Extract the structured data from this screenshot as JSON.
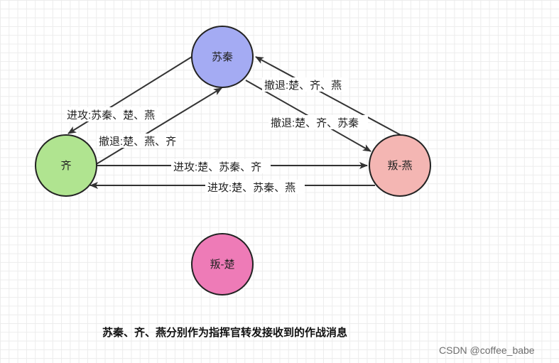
{
  "nodes": {
    "suqin": {
      "label": "苏秦",
      "color": "#a4abf3"
    },
    "qi": {
      "label": "齐",
      "color": "#b0e490"
    },
    "yan": {
      "label": "叛-燕",
      "color": "#f4b6b3"
    },
    "chu": {
      "label": "叛-楚",
      "color": "#ee7bb7"
    }
  },
  "edges": {
    "suqin_to_qi": "进攻:苏秦、楚、燕",
    "qi_to_suqin": "撤退:楚、燕、齐",
    "qi_to_yan": "进攻:楚、苏秦、齐",
    "yan_to_qi": "进攻:楚、苏秦、燕",
    "yan_to_suqin": "撤退:楚、齐、燕",
    "suqin_to_yan": "撤退:楚、齐、苏秦"
  },
  "caption": "苏秦、齐、燕分别作为指挥官转发接收到的作战消息",
  "watermark": "CSDN @coffee_babe"
}
